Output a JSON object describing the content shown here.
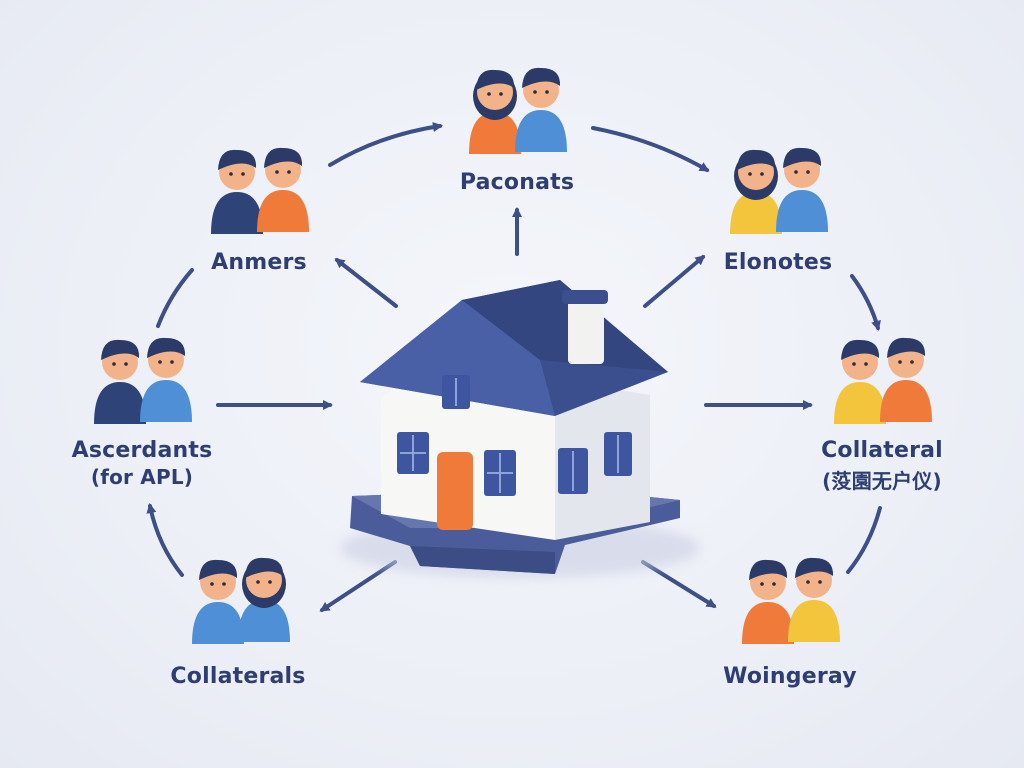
{
  "nodes": {
    "top": {
      "label": "Paconats"
    },
    "top_left": {
      "label": "Anmers"
    },
    "top_right": {
      "label": "Elonotes"
    },
    "left": {
      "label": "Ascerdants",
      "sublabel": "(for APL)"
    },
    "right": {
      "label": "Collateral",
      "sublabel": "(莈園无户仪)"
    },
    "bottom_left": {
      "label": "Collaterals"
    },
    "bottom_right": {
      "label": "Woingeray"
    }
  },
  "colors": {
    "background": "#eceff6",
    "arrow": "#3d4f86",
    "label": "#2f3e72",
    "roof": "#3b4f8f",
    "wall": "#f7f7f5",
    "door": "#f07a3a",
    "window": "#3e56a0",
    "base": "#4a5d9a",
    "shirt_navy": "#2e4377",
    "shirt_orange": "#f07a3a",
    "shirt_blue": "#4f8fd6",
    "shirt_yellow": "#f2c53d",
    "skin": "#f3b38a",
    "hair": "#2b3a66"
  }
}
